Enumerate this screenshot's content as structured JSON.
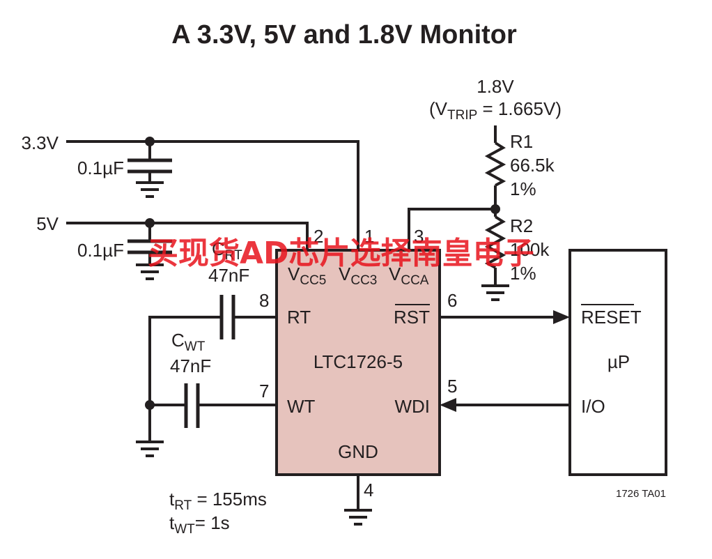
{
  "title": "A 3.3V, 5V and 1.8V Monitor",
  "watermark": "买现货AD芯片选择南皇电子",
  "supplies": {
    "v33": "3.3V",
    "v5": "5V"
  },
  "decoupling": {
    "c1": "0.1µF",
    "c2": "0.1µF"
  },
  "supply_18": {
    "voltage": "1.8V",
    "vtrip_open": "(V",
    "vtrip_sub": "TRIP",
    "vtrip_rest": " = 1.665V)"
  },
  "resistors": {
    "r1": {
      "name": "R1",
      "value": "66.5k",
      "tol": "1%"
    },
    "r2": {
      "name": "R2",
      "value": "100k",
      "tol": "1%"
    }
  },
  "ic": {
    "name": "LTC1726-5",
    "pins": {
      "vcc5": {
        "main": "V",
        "sub": "CC5",
        "num": "2"
      },
      "vcc3": {
        "main": "V",
        "sub": "CC3",
        "num": "1"
      },
      "vcca": {
        "main": "V",
        "sub": "CCA",
        "num": "3"
      },
      "rt": {
        "label": "RT",
        "num": "8"
      },
      "wt": {
        "label": "WT",
        "num": "7"
      },
      "rst": {
        "label": "RST",
        "num": "6"
      },
      "wdi": {
        "label": "WDI",
        "num": "5"
      },
      "gnd": {
        "label": "GND",
        "num": "4"
      }
    }
  },
  "capacitors": {
    "crt": {
      "main": "C",
      "sub": "RT",
      "value": "47nF"
    },
    "cwt": {
      "main": "C",
      "sub": "WT",
      "value": "47nF"
    }
  },
  "up": {
    "name": "µP",
    "reset": "RESET",
    "io": "I/O"
  },
  "timing": {
    "trt": {
      "main": "t",
      "sub": "RT",
      "rest": " = 155ms"
    },
    "twt": {
      "main": "t",
      "sub": "WT",
      "rest": "= 1s"
    }
  },
  "figure_id": "1726 TA01",
  "colors": {
    "ic_fill": "#e6c3bd",
    "line": "#231f20",
    "watermark": "#e8141d"
  }
}
